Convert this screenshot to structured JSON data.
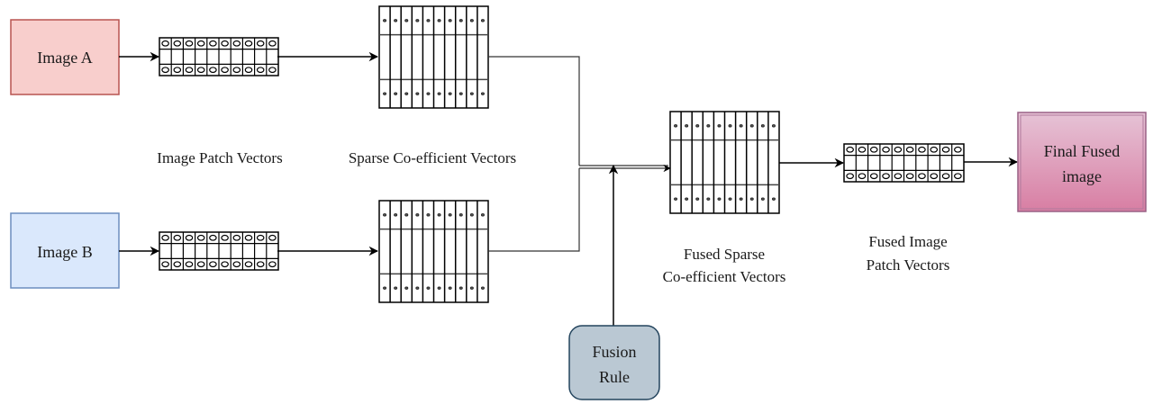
{
  "title": "Sparse representation based image fusion pipeline",
  "nodes": {
    "image_a": {
      "label": "Image A",
      "fill": "#f8cecc",
      "stroke": "#b85450"
    },
    "image_b": {
      "label": "Image B",
      "fill": "#dae8fc",
      "stroke": "#6c8ebf"
    },
    "fusion_rule": {
      "label_line1": "Fusion",
      "label_line2": "Rule",
      "fill": "#bac8d3",
      "stroke": "#23445d"
    },
    "final": {
      "label_line1": "Final Fused",
      "label_line2": "image",
      "fill_top": "#e6c3d6",
      "fill_bottom": "#d87ea3",
      "stroke": "#996185"
    }
  },
  "labels": {
    "image_patch_vectors": "Image Patch Vectors",
    "sparse_vectors": "Sparse Co-efficient Vectors",
    "fused_sparse_line1": "Fused Sparse",
    "fused_sparse_line2": "Co-efficient Vectors",
    "fused_patch_line1": "Fused Image",
    "fused_patch_line2": "Patch Vectors"
  },
  "vector_blocks": {
    "patch_columns": 10,
    "sparse_columns": 10
  },
  "edges": [
    {
      "from": "Image A",
      "to": "Image Patch Vectors A"
    },
    {
      "from": "Image Patch Vectors A",
      "to": "Sparse Co-efficient Vectors A"
    },
    {
      "from": "Image B",
      "to": "Image Patch Vectors B"
    },
    {
      "from": "Image Patch Vectors B",
      "to": "Sparse Co-efficient Vectors B"
    },
    {
      "from": "Sparse Co-efficient Vectors A",
      "to": "Fused Sparse Co-efficient Vectors"
    },
    {
      "from": "Sparse Co-efficient Vectors B",
      "to": "Fused Sparse Co-efficient Vectors"
    },
    {
      "from": "Fusion Rule",
      "to": "Fused Sparse Co-efficient Vectors"
    },
    {
      "from": "Fused Sparse Co-efficient Vectors",
      "to": "Fused Image Patch Vectors"
    },
    {
      "from": "Fused Image Patch Vectors",
      "to": "Final Fused image"
    }
  ]
}
